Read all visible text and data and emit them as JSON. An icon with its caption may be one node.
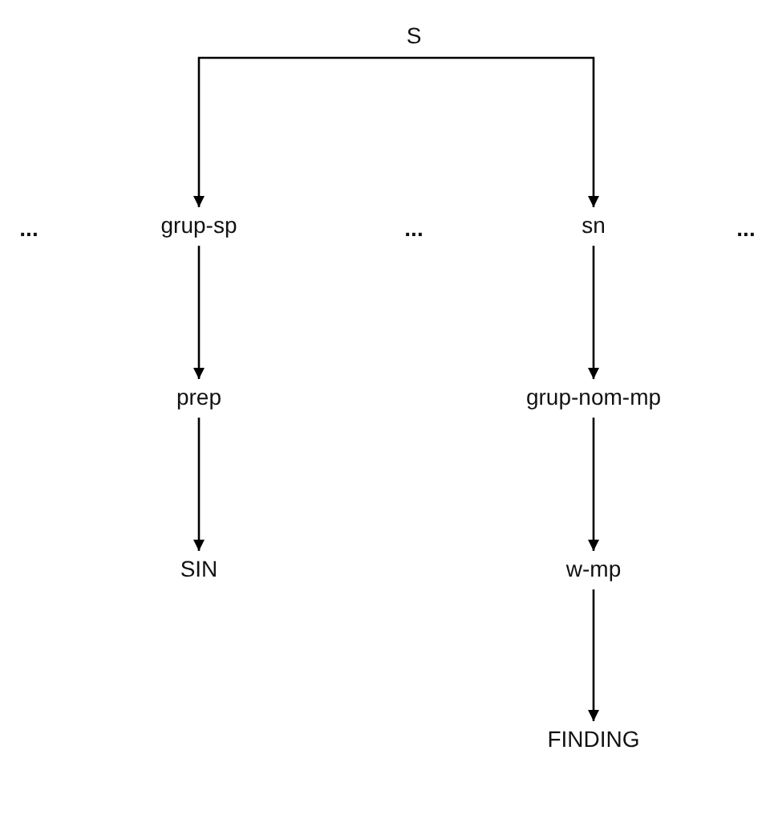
{
  "diagram": {
    "nodes": [
      {
        "text": [
          "S"
        ]
      },
      {
        "text": [
          "grup-sp"
        ]
      },
      {
        "text": [
          "sn"
        ]
      },
      {
        "text": [
          "prep"
        ]
      },
      {
        "text": [
          "grup-nom-mp"
        ]
      },
      {
        "text": [
          "SIN"
        ]
      },
      {
        "text": [
          "w-mp"
        ]
      },
      {
        "text": [
          "FINDING"
        ]
      }
    ],
    "edges": [
      {
        "from": 0,
        "to": 1,
        "arrow": "to"
      },
      {
        "from": 0,
        "to": 2,
        "arrow": "to"
      },
      {
        "from": 1,
        "to": 3,
        "arrow": "to"
      },
      {
        "from": 2,
        "to": 4,
        "arrow": "to"
      },
      {
        "from": 3,
        "to": 5,
        "arrow": "to"
      },
      {
        "from": 4,
        "to": 6,
        "arrow": "to"
      },
      {
        "from": 6,
        "to": 7,
        "arrow": "to"
      }
    ],
    "labels": [
      "...",
      "...",
      "..."
    ]
  }
}
